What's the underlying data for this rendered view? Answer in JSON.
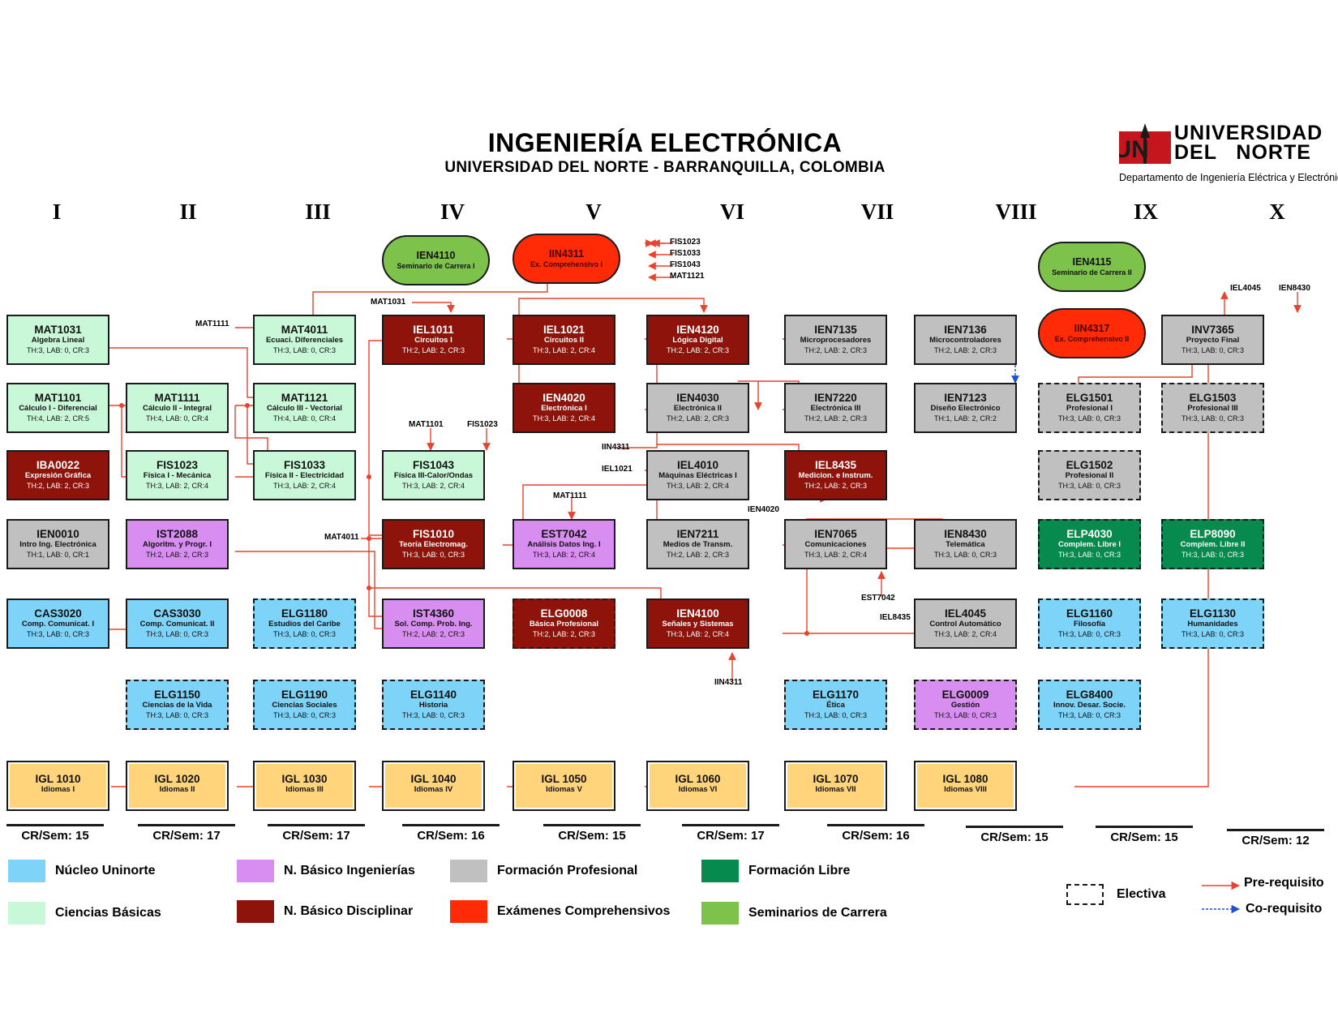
{
  "header": {
    "title": "INGENIERÍA ELECTRÓNICA",
    "subtitle": "UNIVERSIDAD DEL NORTE - BARRANQUILLA, COLOMBIA"
  },
  "logo": {
    "mark": "UN",
    "line1": "UNIVERSIDAD",
    "line2": "DEL   NORTE",
    "dept": "Departamento de Ingeniería Eléctrica y Electrónica"
  },
  "colors": {
    "nucleo": "#7ed3f8",
    "ciencias": "#c8f8d8",
    "nbasico_ing": "#d88df0",
    "nbasico_dis": "#8e130b",
    "formacion_prof": "#c0c0c0",
    "examenes": "#ff2a06",
    "formacion_libre": "#078a4e",
    "seminarios": "#7dc24a",
    "idiomas": "#ffd47a",
    "arrow": "#e8432e",
    "coreq": "#1c4fd6"
  },
  "semesters": [
    "I",
    "II",
    "III",
    "IV",
    "V",
    "VI",
    "VII",
    "VIII",
    "IX",
    "X"
  ],
  "courses": [
    {
      "code": "MAT1031",
      "name": "Algebra Lineal",
      "credits": "TH:3, LAB: 0, CR:3",
      "cat": "ciencias"
    },
    {
      "code": "MAT1101",
      "name": "Cálculo I - Diferencial",
      "credits": "TH:4, LAB: 2, CR:5",
      "cat": "ciencias"
    },
    {
      "code": "IBA0022",
      "name": "Expresión Gráfica",
      "credits": "TH:2, LAB: 2, CR:3",
      "cat": "nbasico_dis"
    },
    {
      "code": "IEN0010",
      "name": "Intro Ing. Electrónica",
      "credits": "TH:1, LAB: 0, CR:1",
      "cat": "formacion_prof"
    },
    {
      "code": "CAS3020",
      "name": "Comp. Comunicat. I",
      "credits": "TH:3, LAB: 0, CR:3",
      "cat": "nucleo"
    },
    {
      "code": "MAT1111",
      "name": "Cálculo II - Integral",
      "credits": "TH:4, LAB: 0, CR:4",
      "cat": "ciencias"
    },
    {
      "code": "FIS1023",
      "name": "Física I - Mecánica",
      "credits": "TH:3, LAB: 2, CR:4",
      "cat": "ciencias"
    },
    {
      "code": "IST2088",
      "name": "Algoritm. y Progr. I",
      "credits": "TH:2, LAB: 2, CR:3",
      "cat": "nbasico_ing"
    },
    {
      "code": "CAS3030",
      "name": "Comp. Comunicat. II",
      "credits": "TH:3, LAB: 0, CR:3",
      "cat": "nucleo"
    },
    {
      "code": "ELG1150",
      "name": "Ciencias de la Vida",
      "credits": "TH:3, LAB: 0, CR:3",
      "cat": "nucleo",
      "elective": true
    },
    {
      "code": "MAT4011",
      "name": "Ecuaci. Diferenciales",
      "credits": "TH:3, LAB: 0, CR:3",
      "cat": "ciencias"
    },
    {
      "code": "MAT1121",
      "name": "Cálculo III - Vectorial",
      "credits": "TH:4, LAB: 0, CR:4",
      "cat": "ciencias"
    },
    {
      "code": "FIS1033",
      "name": "Física II - Electricidad",
      "credits": "TH:3, LAB: 2, CR:4",
      "cat": "ciencias"
    },
    {
      "code": "ELG1180",
      "name": "Estudios del Caribe",
      "credits": "TH:3, LAB: 0, CR:3",
      "cat": "nucleo",
      "elective": true
    },
    {
      "code": "ELG1190",
      "name": "Ciencias Sociales",
      "credits": "TH:3, LAB: 0, CR:3",
      "cat": "nucleo",
      "elective": true
    },
    {
      "code": "IEN4110",
      "name": "Seminario de Carrera I",
      "credits": "",
      "cat": "seminarios",
      "pill": true
    },
    {
      "code": "IEL1011",
      "name": "Circuitos I",
      "credits": "TH:2, LAB: 2, CR:3",
      "cat": "nbasico_dis"
    },
    {
      "code": "FIS1043",
      "name": "Física III-Calor/Ondas",
      "credits": "TH:3, LAB: 2, CR:4",
      "cat": "ciencias"
    },
    {
      "code": "FIS1010",
      "name": "Teoría Electromag.",
      "credits": "TH:3, LAB: 0, CR:3",
      "cat": "nbasico_dis"
    },
    {
      "code": "IST4360",
      "name": "Sol. Comp. Prob. Ing.",
      "credits": "TH:2, LAB: 2, CR:3",
      "cat": "nbasico_ing"
    },
    {
      "code": "ELG1140",
      "name": "Historia",
      "credits": "TH:3, LAB: 0, CR:3",
      "cat": "nucleo",
      "elective": true
    },
    {
      "code": "IIN4311",
      "name": "Ex. Comprehensivo I",
      "credits": "",
      "cat": "examenes",
      "pill": true
    },
    {
      "code": "IEL1021",
      "name": "Circuitos II",
      "credits": "TH:3, LAB: 2, CR:4",
      "cat": "nbasico_dis"
    },
    {
      "code": "IEN4020",
      "name": "Electrónica I",
      "credits": "TH:3, LAB: 2, CR:4",
      "cat": "nbasico_dis"
    },
    {
      "code": "EST7042",
      "name": "Análisis Datos Ing. I",
      "credits": "TH:3, LAB: 2, CR:4",
      "cat": "nbasico_ing"
    },
    {
      "code": "ELG0008",
      "name": "Básica Profesional",
      "credits": "TH:2, LAB: 2, CR:3",
      "cat": "nbasico_dis",
      "elective": true
    },
    {
      "code": "IEN4120",
      "name": "Lógica Digital",
      "credits": "TH:2, LAB: 2, CR:3",
      "cat": "nbasico_dis"
    },
    {
      "code": "IEN4030",
      "name": "Electrónica II",
      "credits": "TH:2, LAB: 2, CR:3",
      "cat": "formacion_prof"
    },
    {
      "code": "IEL4010",
      "name": "Máquinas Eléctricas I",
      "credits": "TH:3, LAB: 2, CR:4",
      "cat": "formacion_prof"
    },
    {
      "code": "IEN7211",
      "name": "Medios de Transm.",
      "credits": "TH:2, LAB: 2, CR:3",
      "cat": "formacion_prof"
    },
    {
      "code": "IEN4100",
      "name": "Señales y Sistemas",
      "credits": "TH:3, LAB: 2, CR:4",
      "cat": "nbasico_dis"
    },
    {
      "code": "IEN7135",
      "name": "Microprocesadores",
      "credits": "TH:2, LAB: 2, CR:3",
      "cat": "formacion_prof"
    },
    {
      "code": "IEN7220",
      "name": "Electrónica III",
      "credits": "TH:2, LAB: 2, CR:3",
      "cat": "formacion_prof"
    },
    {
      "code": "IEL8435",
      "name": "Medicion. e Instrum.",
      "credits": "TH:2, LAB: 2, CR:3",
      "cat": "nbasico_dis"
    },
    {
      "code": "IEN7065",
      "name": "Comunicaciones",
      "credits": "TH:3, LAB: 2, CR:4",
      "cat": "formacion_prof"
    },
    {
      "code": "ELG1170",
      "name": "Ética",
      "credits": "TH:3, LAB: 0, CR:3",
      "cat": "nucleo",
      "elective": true
    },
    {
      "code": "IEN7136",
      "name": "Microcontroladores",
      "credits": "TH:2, LAB: 2, CR:3",
      "cat": "formacion_prof"
    },
    {
      "code": "IEN7123",
      "name": "Diseño Electrónico",
      "credits": "TH:1, LAB: 2, CR:2",
      "cat": "formacion_prof"
    },
    {
      "code": "IEN8430",
      "name": "Telemática",
      "credits": "TH:3, LAB: 0, CR:3",
      "cat": "formacion_prof"
    },
    {
      "code": "IEL4045",
      "name": "Control Automático",
      "credits": "TH:3, LAB: 2, CR:4",
      "cat": "formacion_prof"
    },
    {
      "code": "ELG0009",
      "name": "Gestión",
      "credits": "TH:3, LAB: 0, CR:3",
      "cat": "nbasico_ing",
      "elective": true
    },
    {
      "code": "IEN4115",
      "name": "Seminario de Carrera II",
      "credits": "",
      "cat": "seminarios",
      "pill": true
    },
    {
      "code": "IIN4317",
      "name": "Ex. Comprehensivo II",
      "credits": "",
      "cat": "examenes",
      "pill": true
    },
    {
      "code": "ELG1501",
      "name": "Profesional I",
      "credits": "TH:3, LAB: 0, CR:3",
      "cat": "formacion_prof",
      "elective": true
    },
    {
      "code": "ELG1502",
      "name": "Profesional II",
      "credits": "TH:3, LAB: 0, CR:3",
      "cat": "formacion_prof",
      "elective": true
    },
    {
      "code": "ELP4030",
      "name": "Complem. Libre I",
      "credits": "TH:3, LAB: 0, CR:3",
      "cat": "formacion_libre",
      "elective": true
    },
    {
      "code": "ELG1160",
      "name": "Filosofía",
      "credits": "TH:3, LAB: 0, CR:3",
      "cat": "nucleo",
      "elective": true
    },
    {
      "code": "ELG8400",
      "name": "Innov. Desar. Socie.",
      "credits": "TH:3, LAB: 0, CR:3",
      "cat": "nucleo",
      "elective": true
    },
    {
      "code": "INV7365",
      "name": "Proyecto Final",
      "credits": "TH:3, LAB: 0, CR:3",
      "cat": "formacion_prof"
    },
    {
      "code": "ELG1503",
      "name": "Profesional III",
      "credits": "TH:3, LAB: 0, CR:3",
      "cat": "formacion_prof",
      "elective": true
    },
    {
      "code": "ELP8090",
      "name": "Complem. Libre II",
      "credits": "TH:3, LAB: 0, CR:3",
      "cat": "formacion_libre",
      "elective": true
    },
    {
      "code": "ELG1130",
      "name": "Humanidades",
      "credits": "TH:3, LAB: 0, CR:3",
      "cat": "nucleo",
      "elective": true
    },
    {
      "code": "IGL 1010",
      "name": "Idiomas I",
      "credits": "",
      "cat": "idiomas"
    },
    {
      "code": "IGL 1020",
      "name": "Idiomas II",
      "credits": "",
      "cat": "idiomas"
    },
    {
      "code": "IGL 1030",
      "name": "Idiomas III",
      "credits": "",
      "cat": "idiomas"
    },
    {
      "code": "IGL 1040",
      "name": "Idiomas IV",
      "credits": "",
      "cat": "idiomas"
    },
    {
      "code": "IGL 1050",
      "name": "Idiomas V",
      "credits": "",
      "cat": "idiomas"
    },
    {
      "code": "IGL 1060",
      "name": "Idiomas VI",
      "credits": "",
      "cat": "idiomas"
    },
    {
      "code": "IGL 1070",
      "name": "Idiomas VII",
      "credits": "",
      "cat": "idiomas"
    },
    {
      "code": "IGL 1080",
      "name": "Idiomas VIII",
      "credits": "",
      "cat": "idiomas"
    }
  ],
  "prereq_labels": [
    "FIS1023",
    "FIS1033",
    "FIS1043",
    "MAT1121",
    "MAT1031",
    "MAT1111",
    "MAT1101",
    "FIS1023",
    "IIN4311",
    "IEL1021",
    "MAT4011",
    "MAT1111",
    "IEN4020",
    "EST7042",
    "IEL8435",
    "IIN4311",
    "IEL4045",
    "IEN8430"
  ],
  "credits_per_semester": [
    "CR/Sem: 15",
    "CR/Sem: 17",
    "CR/Sem: 17",
    "CR/Sem: 16",
    "CR/Sem: 15",
    "CR/Sem: 17",
    "CR/Sem: 16",
    "CR/Sem: 15",
    "CR/Sem: 15",
    "CR/Sem: 12"
  ],
  "legend": [
    {
      "label": "Núcleo Uninorte",
      "cat": "nucleo"
    },
    {
      "label": "N. Básico Ingenierías",
      "cat": "nbasico_ing"
    },
    {
      "label": "Formación Profesional",
      "cat": "formacion_prof"
    },
    {
      "label": "Formación Libre",
      "cat": "formacion_libre"
    },
    {
      "label": "Ciencias Básicas",
      "cat": "ciencias"
    },
    {
      "label": "N. Básico Disciplinar",
      "cat": "nbasico_dis"
    },
    {
      "label": "Exámenes Comprehensivos",
      "cat": "examenes"
    },
    {
      "label": "Seminarios de Carrera",
      "cat": "seminarios"
    }
  ],
  "legend_right": {
    "electiva": "Electiva",
    "prereq": "Pre-requisito",
    "coreq": "Co-requisito"
  }
}
